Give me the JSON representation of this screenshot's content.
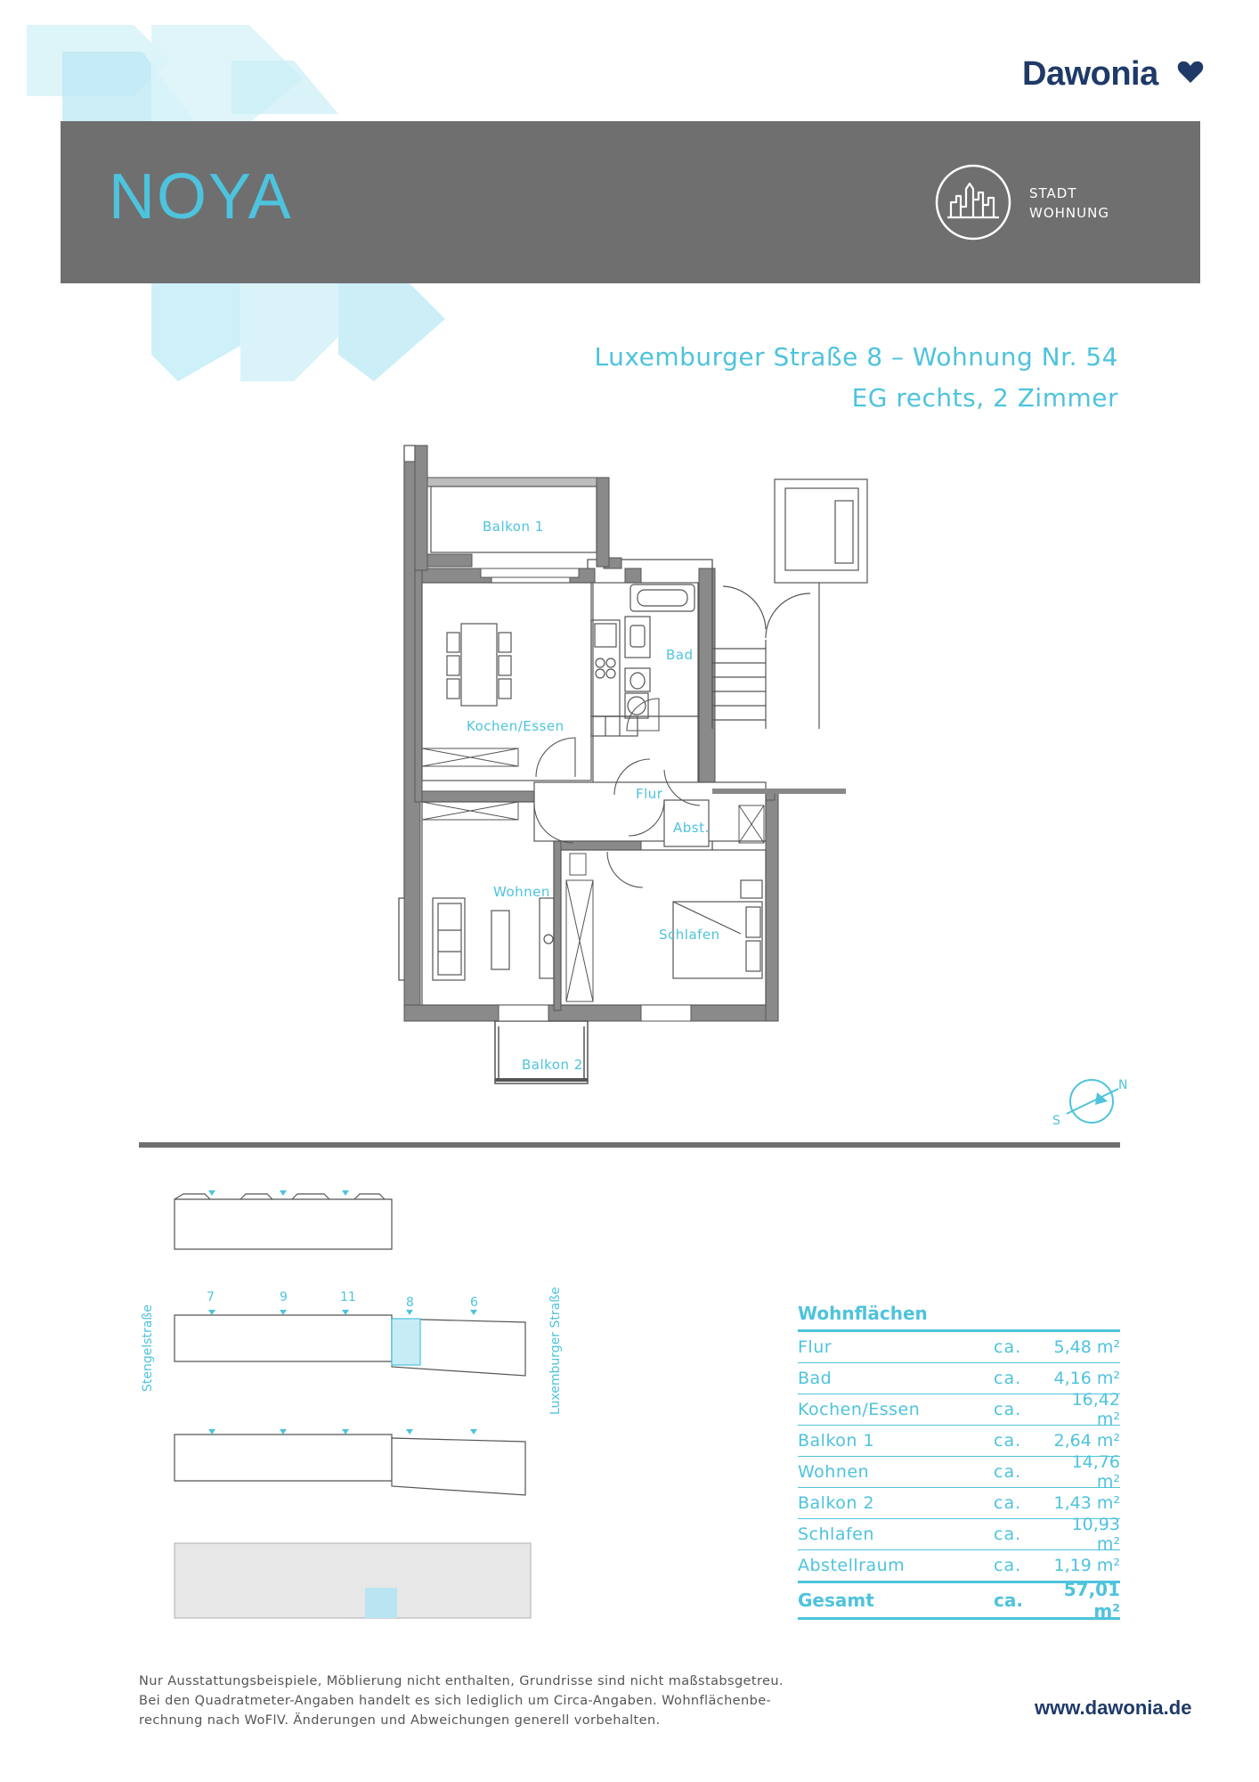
{
  "brand": {
    "name": "Dawonia",
    "website": "www.dawonia.de"
  },
  "project": {
    "name": "NOYA",
    "badge_line1": "STADT",
    "badge_line2": "WOHNUNG"
  },
  "address": {
    "line1": "Luxemburger Straße 8 – Wohnung Nr. 54",
    "line2": "EG rechts, 2 Zimmer"
  },
  "floorplan": {
    "rooms": {
      "balkon1": "Balkon 1",
      "bad": "Bad",
      "kochen": "Kochen/Essen",
      "flur": "Flur",
      "abst": "Abst.",
      "wohnen": "Wohnen",
      "schlafen": "Schlafen",
      "balkon2": "Balkon 2"
    },
    "compass": {
      "south": "S",
      "north": "N"
    }
  },
  "site": {
    "street_left": "Stengelstraße",
    "street_right": "Luxemburger Straße",
    "house_numbers": [
      "7",
      "9",
      "11",
      "8",
      "6"
    ]
  },
  "areas": {
    "title": "Wohnflächen",
    "rows": [
      {
        "label": "Flur",
        "ca": "ca.",
        "value": "5,48 m²"
      },
      {
        "label": "Bad",
        "ca": "ca.",
        "value": "4,16 m²"
      },
      {
        "label": "Kochen/Essen",
        "ca": "ca.",
        "value": "16,42 m²"
      },
      {
        "label": "Balkon 1",
        "ca": "ca.",
        "value": "2,64 m²"
      },
      {
        "label": "Wohnen",
        "ca": "ca.",
        "value": "14,76 m²"
      },
      {
        "label": "Balkon 2",
        "ca": "ca.",
        "value": "1,43 m²"
      },
      {
        "label": "Schlafen",
        "ca": "ca.",
        "value": "10,93 m²"
      },
      {
        "label": "Abstellraum",
        "ca": "ca.",
        "value": "1,19 m²"
      }
    ],
    "total": {
      "label": "Gesamt",
      "ca": "ca.",
      "value": "57,01 m²"
    }
  },
  "disclaimer": {
    "line1": "Nur Ausstattungsbeispiele, Möblierung nicht enthalten, Grundrisse sind nicht maßstabsgetreu.",
    "line2": "Bei den Quadratmeter-Angaben handelt es sich lediglich um Circa-Angaben. Wohnflächenbe-",
    "line3": "rechnung nach WoFlV. Änderungen und Abweichungen generell vorbehalten."
  },
  "colors": {
    "accent": "#4ec3dd",
    "brand_navy": "#1f3a68",
    "banner_grey": "#6f6f70",
    "wall": "#8a8a8a"
  }
}
